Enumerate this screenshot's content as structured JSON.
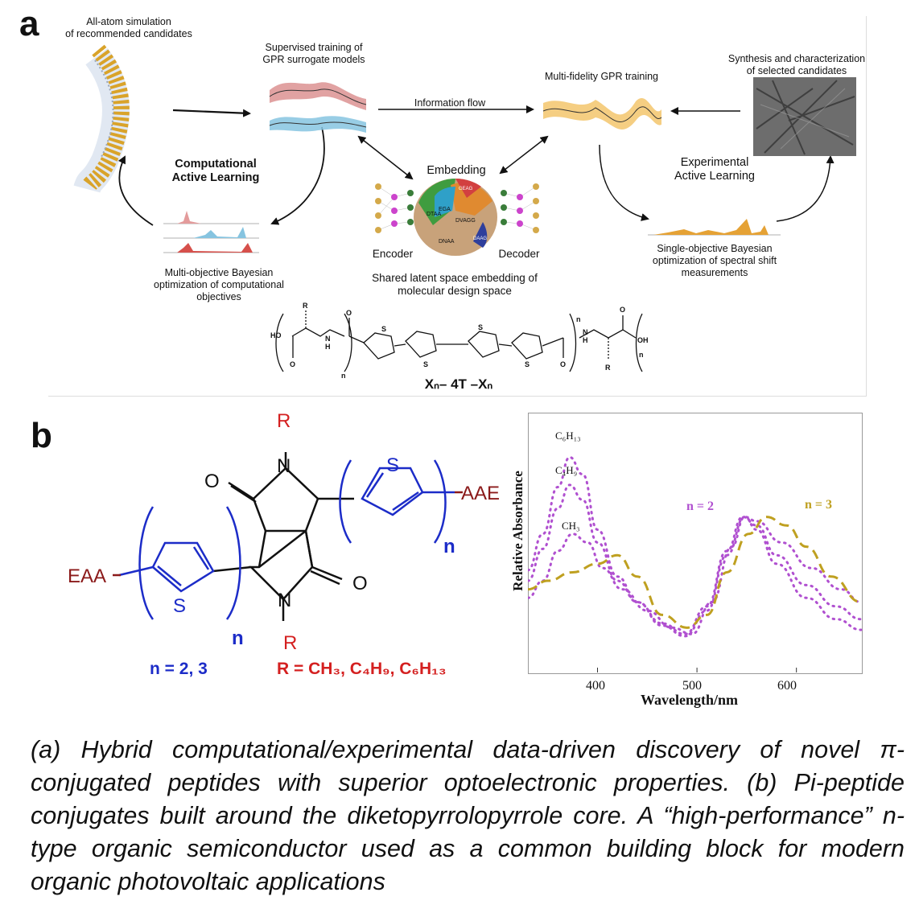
{
  "panel_a": {
    "letter": "a",
    "sim_label_1": "All-atom simulation",
    "sim_label_2": "of recommended candidates",
    "gpr_label_1": "Supervised training of",
    "gpr_label_2": "GPR surrogate models",
    "info_flow": "Information flow",
    "mf_gpr": "Multi-fidelity GPR training",
    "synth_1": "Synthesis and characterization",
    "synth_2": "of selected candidates",
    "comp_al_1": "Computational",
    "comp_al_2": "Active Learning",
    "embedding": "Embedding",
    "exp_al_1": "Experimental",
    "exp_al_2": "Active Learning",
    "encoder": "Encoder",
    "decoder": "Decoder",
    "latent_1": "Shared latent space embedding of",
    "latent_2": "molecular design space",
    "mobo_1": "Multi-objective Bayesian",
    "mobo_2": "optimization of computational",
    "mobo_3": "objectives",
    "sobo_1": "Single-objective Bayesian",
    "sobo_2": "optimization of spectral shift",
    "sobo_3": "measurements",
    "regions": [
      "DTAA",
      "EGA",
      "GEAG",
      "DVAGG",
      "DNAA",
      "DAAG"
    ],
    "molecule_formula": "Xₙ– 4T –Xₙ",
    "atoms": {
      "HO": "HO",
      "OH": "OH",
      "S": "S",
      "N": "N",
      "H": "H",
      "O": "O",
      "R": "R",
      "n": "n"
    }
  },
  "panel_b": {
    "letter": "b",
    "R_top": "R",
    "N": "N",
    "O": "O",
    "S": "S",
    "AAE": "AAE",
    "EAA": "EAA",
    "n": "n",
    "n_values": "n = 2, 3",
    "R_values": "R = CH₃, C₄H₉, C₆H₁₃",
    "colors": {
      "R": "#d42020",
      "n": "#1c2cc8",
      "group": "#8b1a1a"
    }
  },
  "chart_data": {
    "type": "line",
    "xlabel": "Wavelength/nm",
    "ylabel": "Relative Absorbance",
    "xticks": [
      400,
      500,
      600
    ],
    "xlim": [
      330,
      665
    ],
    "ylim": [
      0,
      1
    ],
    "series": [
      {
        "name": "C₆H₁₃",
        "style": "dotted",
        "color": "#b050d0",
        "x": [
          330,
          345,
          360,
          372,
          385,
          400,
          420,
          440,
          465,
          488,
          510,
          530,
          548,
          560,
          580,
          610,
          640,
          665
        ],
        "y": [
          0.45,
          0.62,
          0.84,
          0.98,
          0.9,
          0.64,
          0.42,
          0.3,
          0.19,
          0.14,
          0.26,
          0.52,
          0.7,
          0.64,
          0.48,
          0.32,
          0.22,
          0.17
        ]
      },
      {
        "name": "C₄H₉",
        "style": "dotted",
        "color": "#b050d0",
        "x": [
          330,
          345,
          360,
          372,
          385,
          400,
          420,
          440,
          465,
          488,
          510,
          530,
          546,
          560,
          580,
          610,
          640,
          665
        ],
        "y": [
          0.4,
          0.55,
          0.74,
          0.85,
          0.78,
          0.58,
          0.4,
          0.3,
          0.2,
          0.15,
          0.28,
          0.54,
          0.7,
          0.66,
          0.52,
          0.38,
          0.28,
          0.22
        ]
      },
      {
        "name": "CH₃",
        "style": "dotted",
        "color": "#b050d0",
        "x": [
          330,
          345,
          360,
          375,
          390,
          405,
          425,
          450,
          475,
          495,
          515,
          535,
          548,
          560,
          585,
          615,
          645,
          665
        ],
        "y": [
          0.32,
          0.4,
          0.54,
          0.62,
          0.58,
          0.46,
          0.36,
          0.26,
          0.18,
          0.15,
          0.3,
          0.56,
          0.7,
          0.68,
          0.58,
          0.46,
          0.36,
          0.3
        ]
      },
      {
        "name": "n = 3",
        "style": "dashed",
        "color": "#bfa020",
        "x": [
          330,
          350,
          375,
          400,
          420,
          440,
          465,
          490,
          510,
          530,
          552,
          570,
          590,
          610,
          635,
          665
        ],
        "y": [
          0.36,
          0.4,
          0.44,
          0.48,
          0.52,
          0.42,
          0.24,
          0.18,
          0.24,
          0.44,
          0.62,
          0.7,
          0.66,
          0.56,
          0.42,
          0.3
        ]
      }
    ],
    "labels": {
      "c6": "C₆H₁₃",
      "c4": "C₄H₉",
      "ch3": "CH₃",
      "n2": "n = 2",
      "n3": "n = 3"
    }
  },
  "caption": "(a) Hybrid computational/experimental data-driven discovery of novel π-conjugated peptides with superior optoelectronic properties. (b) Pi-peptide conjugates built around the diketopyrrolopyrrole core. A “high-performance” n-type organic semiconductor used as a common building block for modern organic photovoltaic applications"
}
